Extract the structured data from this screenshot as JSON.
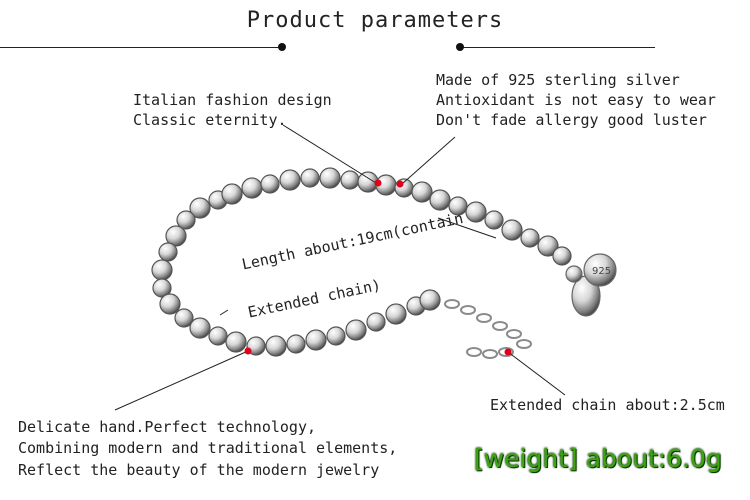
{
  "header": {
    "title": "Product parameters"
  },
  "callouts": {
    "design_line1": "Italian fashion design",
    "design_line2": "Classic eternity.",
    "material_line1": "Made of 925 sterling silver",
    "material_line2": "Antioxidant is not easy to wear",
    "material_line3": "Don't fade allergy good luster",
    "length_line1": "Length about:19cm(contain",
    "length_line2": "Extended chain)",
    "extended_chain": "Extended chain about:2.5cm",
    "craft_line1": "Delicate hand.Perfect technology,",
    "craft_line2": "Combining modern and traditional elements,",
    "craft_line3": "Reflect the beauty of the modern jewelry"
  },
  "weight_badge": {
    "text": "[weight] about:6.0g"
  },
  "clasp_tag": {
    "text": "925"
  },
  "colors": {
    "marker_red": "#e0001a",
    "weight_green": "#3ea312",
    "ink": "#222222"
  }
}
